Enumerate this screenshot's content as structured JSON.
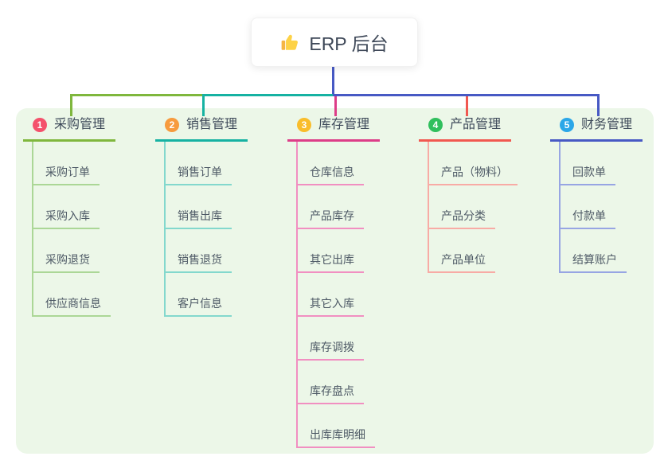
{
  "root": {
    "title": "ERP 后台",
    "icon": "thumbs-up"
  },
  "branches": [
    {
      "number": "1",
      "label": "采购管理",
      "color": "#7fb73d",
      "light_color": "#abd796",
      "badge_color": "#f4516c",
      "children": [
        "采购订单",
        "采购入库",
        "采购退货",
        "供应商信息"
      ]
    },
    {
      "number": "2",
      "label": "销售管理",
      "color": "#16b2a2",
      "light_color": "#83d8cd",
      "badge_color": "#f79b3e",
      "children": [
        "销售订单",
        "销售出库",
        "销售退货",
        "客户信息"
      ]
    },
    {
      "number": "3",
      "label": "库存管理",
      "color": "#dd3d88",
      "light_color": "#f18fc1",
      "badge_color": "#f9bd2b",
      "children": [
        "仓库信息",
        "产品库存",
        "其它出库",
        "其它入库",
        "库存调拨",
        "库存盘点",
        "出库库明细"
      ]
    },
    {
      "number": "4",
      "label": "产品管理",
      "color": "#f15850",
      "light_color": "#f8aba5",
      "badge_color": "#30bf5d",
      "children": [
        "产品（物料）",
        "产品分类",
        "产品单位"
      ]
    },
    {
      "number": "5",
      "label": "财务管理",
      "color": "#4759c4",
      "light_color": "#97a5e3",
      "badge_color": "#2ba7e8",
      "children": [
        "回款单",
        "付款单",
        "结算账户"
      ]
    }
  ],
  "colors": {
    "stem": "#4759c4",
    "background_panel": "#ecf7e8",
    "root_text": "#3d4757",
    "branch_text": "#3e4a5a",
    "child_text": "#4e5a66"
  }
}
